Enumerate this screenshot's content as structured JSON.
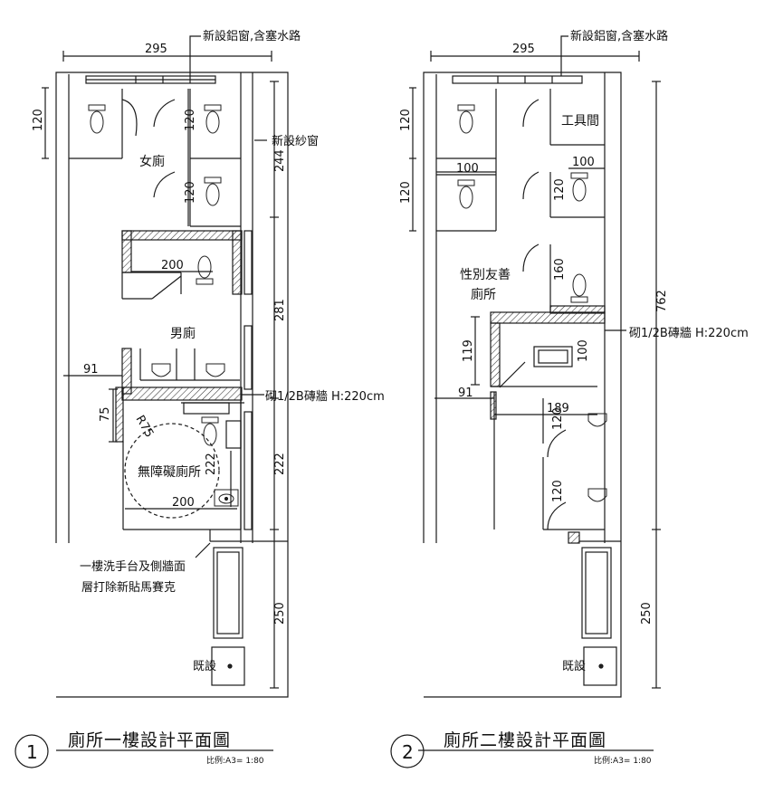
{
  "plans": [
    {
      "number": "1",
      "title": "廁所一樓設計平面圖",
      "scale": "比例:A3= 1:80",
      "dimensions": {
        "top_width": "295",
        "stall_upper": "120",
        "stall_left": "120",
        "stall_mid": "120",
        "right_upper": "244",
        "right_mid": "281",
        "right_low": "222",
        "right_bottom": "250",
        "toilet_width": "200",
        "left_offset": "91",
        "access_top": "75",
        "radius": "R75",
        "access_width": "200",
        "access_inner": "222"
      },
      "notes": {
        "window": "新設鋁窗,含塞水路",
        "screen": "新設紗窗",
        "wall": "砌1/2B磚牆 H:220cm",
        "tile_line1": "一樓洗手台及側牆面",
        "tile_line2": "層打除新貼馬賽克",
        "existing": "既設"
      },
      "rooms": {
        "women": "女廁",
        "men": "男廁",
        "accessible": "無障礙廁所"
      }
    },
    {
      "number": "2",
      "title": "廁所二樓設計平面圖",
      "scale": "比例:A3= 1:80",
      "dimensions": {
        "top_width": "295",
        "stall_upper": "120",
        "stall_lower": "120",
        "stall_width": "100",
        "right_stall_width": "100",
        "right_stall": "120",
        "gender_stall": "160",
        "right_overall": "762",
        "right_bottom": "250",
        "wall_len": "119",
        "bath_depth": "100",
        "left_offset": "91",
        "corridor": "189",
        "urinal_upper": "120",
        "urinal_lower": "120"
      },
      "notes": {
        "window": "新設鋁窗,含塞水路",
        "wall": "砌1/2B磚牆 H:220cm",
        "existing": "既設"
      },
      "rooms": {
        "tool": "工具間",
        "gender_line1": "性別友善",
        "gender_line2": "廁所"
      }
    }
  ]
}
